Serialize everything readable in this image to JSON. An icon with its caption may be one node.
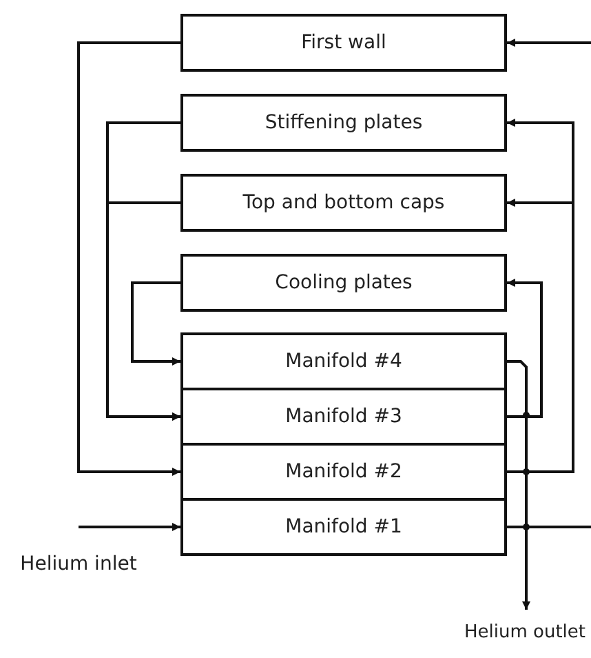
{
  "diagram": {
    "nodes": [
      {
        "text": [
          "First wall"
        ]
      },
      {
        "text": [
          "Stiffening plates"
        ]
      },
      {
        "text": [
          "Top and bottom caps"
        ]
      },
      {
        "text": [
          "Cooling plates"
        ]
      },
      {
        "text": [
          "Manifold #4"
        ]
      },
      {
        "text": [
          "Manifold #3"
        ]
      },
      {
        "text": [
          "Manifold #2"
        ]
      },
      {
        "text": [
          "Manifold #1"
        ]
      },
      {
        "text": [
          "Helium inlet"
        ]
      },
      {
        "text": [
          "Helium outlet"
        ]
      }
    ],
    "edges": [
      {
        "from": 0,
        "to": 6,
        "arrow": "to"
      },
      {
        "from": 1,
        "to": 5,
        "arrow": "to"
      },
      {
        "from": 2,
        "to": 5,
        "arrow": "to"
      },
      {
        "from": 3,
        "to": 4,
        "arrow": "to"
      },
      {
        "from": 6,
        "to": 1,
        "arrow": "to"
      },
      {
        "from": 6,
        "to": 2,
        "arrow": "to"
      },
      {
        "from": 5,
        "to": 3,
        "arrow": "to"
      },
      {
        "from": 4,
        "to": 9,
        "arrow": "to"
      },
      {
        "from": 8,
        "to": 7,
        "arrow": "to"
      },
      {
        "from": 7,
        "to": null,
        "arrow": "none"
      },
      {
        "from": null,
        "to": 0,
        "arrow": "to"
      }
    ]
  }
}
